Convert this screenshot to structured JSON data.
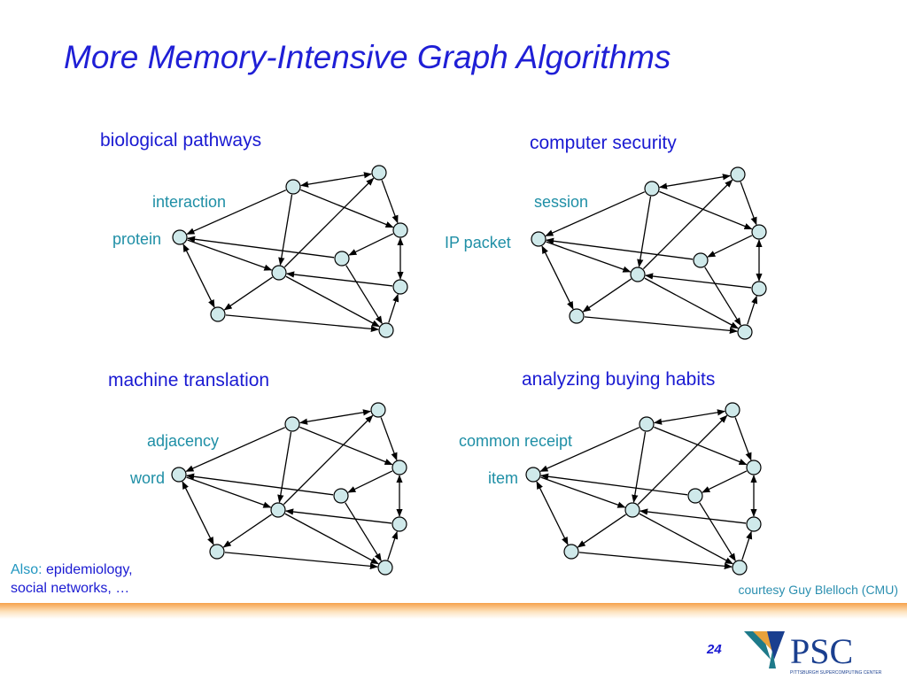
{
  "title": "More Memory-Intensive Graph Algorithms",
  "panels": [
    {
      "category": "biological pathways",
      "edge_label": "interaction",
      "node_label": "protein"
    },
    {
      "category": "computer security",
      "edge_label": "session",
      "node_label": "IP packet"
    },
    {
      "category": "machine translation",
      "edge_label": "adjacency",
      "node_label": "word"
    },
    {
      "category": "analyzing buying habits",
      "edge_label": "common receipt",
      "node_label": "item"
    }
  ],
  "also": {
    "prefix": "Also:",
    "line1": "epidemiology,",
    "line2": "social networks, …"
  },
  "courtesy": "courtesy Guy Blelloch (CMU)",
  "page_number": "24",
  "logo": {
    "text": "PSC",
    "subtitle": "PITTSBURGH SUPERCOMPUTING CENTER"
  },
  "colors": {
    "title": "#1f1fd6",
    "label": "#1f8fa6",
    "node_fill": "#cfe9ea",
    "band": "#f6a14a"
  }
}
